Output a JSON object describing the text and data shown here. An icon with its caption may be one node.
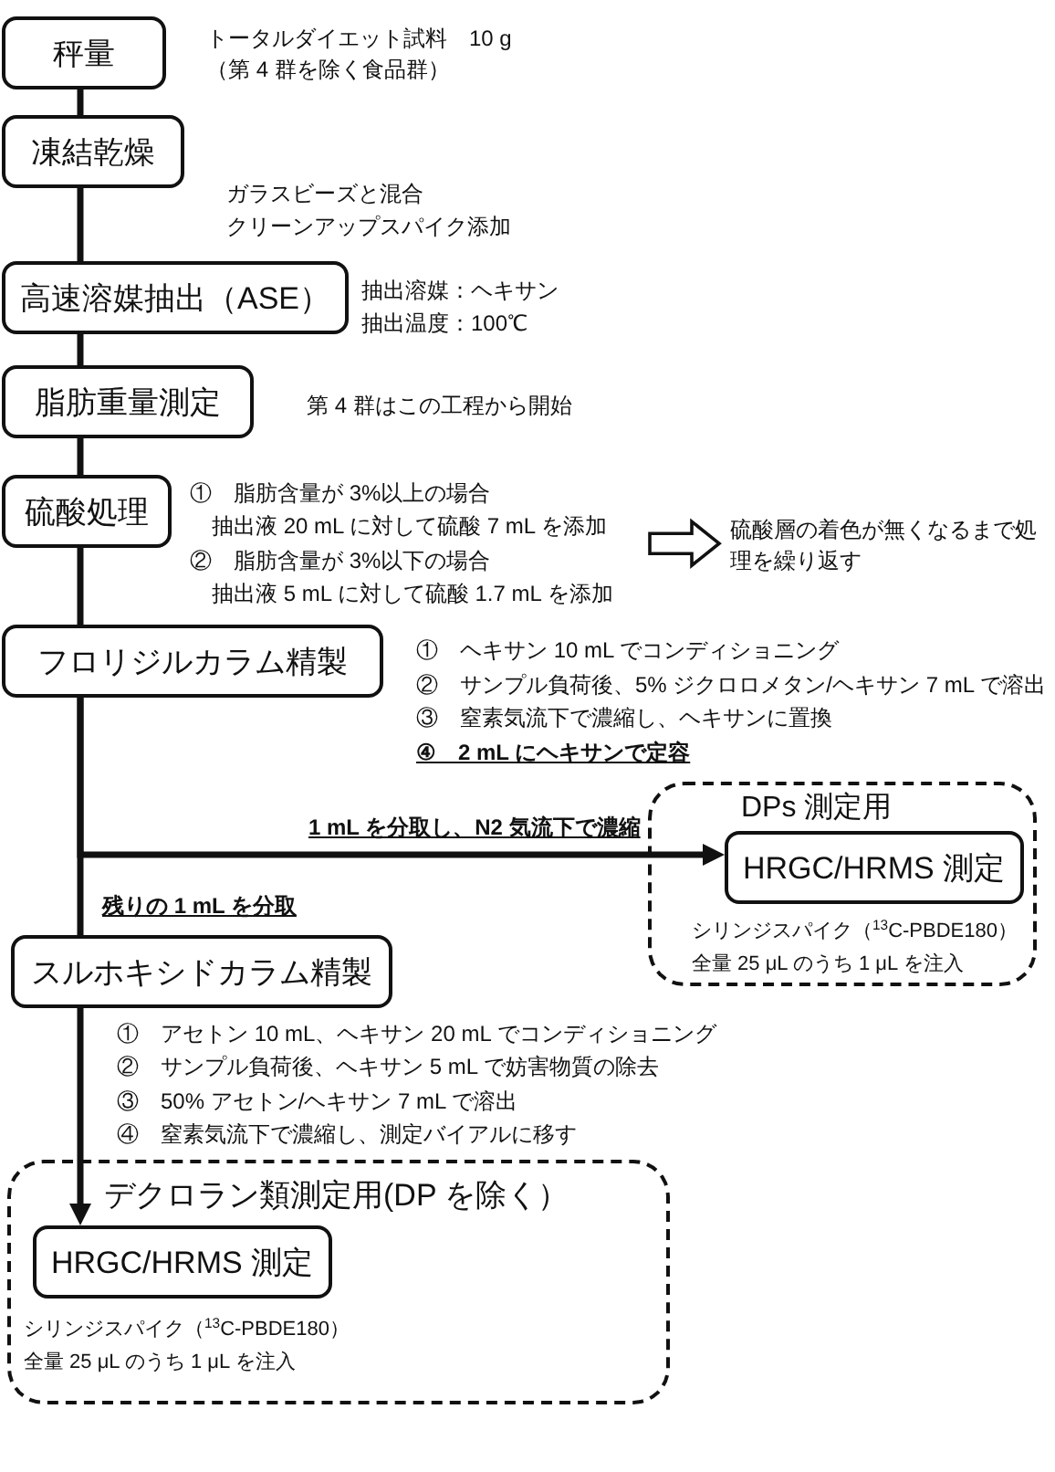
{
  "diagram": {
    "nodes": [
      {
        "text": [
          "秤量"
        ],
        "beside": [
          "トータルダイエット試料　10 g",
          "（第 4 群を除く食品群）"
        ]
      },
      {
        "text": [
          "凍結乾燥"
        ],
        "beside": [
          "ガラスビーズと混合",
          "クリーンアップスパイク添加"
        ]
      },
      {
        "text": [
          "高速溶媒抽出（ASE）"
        ],
        "beside": [
          "抽出溶媒：ヘキサン",
          "抽出温度：100℃"
        ]
      },
      {
        "text": [
          "脂肪重量測定"
        ],
        "beside": [
          "第 4 群はこの工程から開始"
        ]
      },
      {
        "text": [
          "硫酸処理"
        ]
      },
      {
        "text": [
          "①　脂肪含量が 3%以上の場合",
          "抽出液 20 mL に対して硫酸 7 mL を添加",
          "②　脂肪含量が 3%以下の場合",
          "抽出液 5 mL に対して硫酸 1.7 mL を添加"
        ]
      },
      {
        "text": [
          "硫酸層の着色が無くなるまで処理を繰り返す"
        ]
      },
      {
        "text": [
          "フロリジルカラム精製"
        ],
        "beside": [
          "①　ヘキサン 10 mL でコンディショニング",
          "②　サンプル負荷後、5% ジクロロメタン/ヘキサン 7 mL で溶出",
          "③　窒素気流下で濃縮し、ヘキサンに置換",
          "④　2 mL にヘキサンで定容"
        ]
      },
      {
        "text": [
          "DPs 測定用"
        ]
      },
      {
        "text": [
          "HRGC/HRMS 測定"
        ],
        "in": 8,
        "beside": [
          "シリンジスパイク（$^{13}$C-PBDE180）",
          "全量 25 μL のうち 1 μL を注入"
        ]
      },
      {
        "text": [
          "スルホキシドカラム精製"
        ],
        "beside": [
          "①　アセトン 10 mL、ヘキサン 20 mL でコンディショニング",
          "②　サンプル負荷後、ヘキサン 5 mL で妨害物質の除去",
          "③　50% アセトン/ヘキサン 7 mL で溶出",
          "④　窒素気流下で濃縮し、測定バイアルに移す"
        ]
      },
      {
        "text": [
          "デクロラン類測定用(DP を除く）"
        ]
      },
      {
        "text": [
          "HRGC/HRMS 測定"
        ],
        "in": 11,
        "beside": [
          "シリンジスパイク（$^{13}$C-PBDE180）",
          "全量 25 μL のうち 1 μL を注入"
        ]
      }
    ],
    "edges": [
      {
        "from": 0,
        "to": 1,
        "arrow": "none"
      },
      {
        "from": 1,
        "to": 2,
        "arrow": "none"
      },
      {
        "from": 2,
        "to": 3,
        "arrow": "none"
      },
      {
        "from": 3,
        "to": 4,
        "arrow": "none"
      },
      {
        "from": 4,
        "to": 7,
        "arrow": "none"
      },
      {
        "from": 5,
        "to": 6,
        "arrow": "to",
        "style": "thick"
      },
      {
        "from": 7,
        "to": 9,
        "arrow": "to",
        "label": "1 mL を分取し、N2 気流下で濃縮"
      },
      {
        "from": 7,
        "to": 10,
        "arrow": "none",
        "label": "残りの 1 mL を分取"
      },
      {
        "from": 10,
        "to": 12,
        "arrow": "to"
      }
    ]
  }
}
